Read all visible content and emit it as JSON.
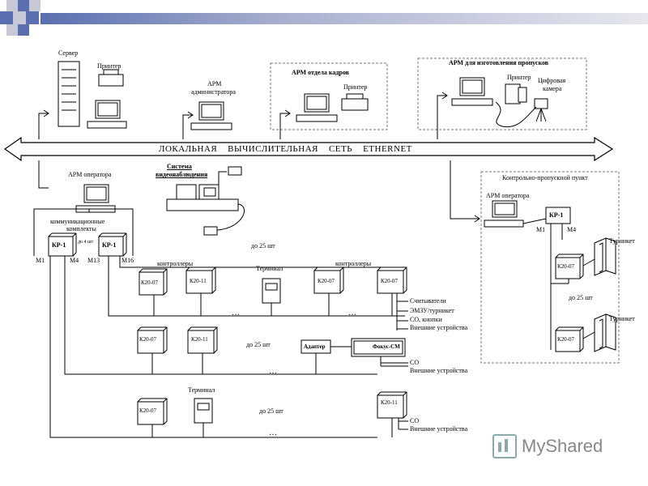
{
  "labels": {
    "server": "Сервер",
    "printer1": "Принтер",
    "arm_admin_l1": "АРМ",
    "arm_admin_l2": "администратора",
    "arm_hr": "АРМ отдела кадров",
    "printer2": "Принтер",
    "arm_pass": "АРМ для изготовления пропусков",
    "printer3": "Принтер",
    "camera_l1": "Цифровая",
    "camera_l2": "камера",
    "network": "ЛОКАЛЬНАЯ    ВЫЧИСЛИТЕЛЬНАЯ    СЕТЬ    ETHERNET",
    "arm_operator": "АРМ оператора",
    "video_l1": "Система",
    "video_l2": "видеонаблюдения",
    "comm_l1": "коммуникационные",
    "comm_l2": "комплекты",
    "kp1_a": "КР-1",
    "kp1_b": "КР-1",
    "up_to_4": "до 4 шт",
    "m1": "М1",
    "m4": "М4",
    "m13": "М13",
    "m16": "М16",
    "up_to_25_a": "до 25 шт",
    "controllers_a": "контроллеры",
    "terminal_a": "Терминал",
    "controllers_b": "контроллеры",
    "c1": "К20-07",
    "c2": "К20-11",
    "c3": "К20-07",
    "c4": "К20-07",
    "readers": "Считыватели",
    "emzu": "ЭМЗУ/турникет",
    "co_buttons": "СО, кнопки",
    "ext_dev1": "Внешние устройства",
    "c5": "К20-07",
    "c6": "К20-11",
    "up_to_25_b": "до 25 шт",
    "adapter": "Адаптер",
    "focus": "Фокус-СМ",
    "co2": "СО",
    "ext_dev2": "Внешние устройства",
    "terminal_b": "Терминал",
    "c7": "К20-07",
    "up_to_25_c": "до 25 шт",
    "c8": "К20-11",
    "co3": "СО",
    "ext_dev3": "Внешние устройства",
    "checkpoint": "Контрольно-пропускной пункт",
    "arm_operator2": "АРМ оператора",
    "kp1_c": "КР-1",
    "m1b": "М1",
    "m4b": "М4",
    "turnstile1": "Турникет",
    "c9": "К20-07",
    "up_to_25_d": "до 25 шт",
    "turnstile2": "Турникет",
    "c10": "К20-07",
    "ellipsis": "…"
  },
  "logo": {
    "text": "MyShared"
  },
  "colors": {
    "corner_blue": "#5b6fb0",
    "corner_gray": "#c7cad6",
    "dash": "#777777"
  }
}
